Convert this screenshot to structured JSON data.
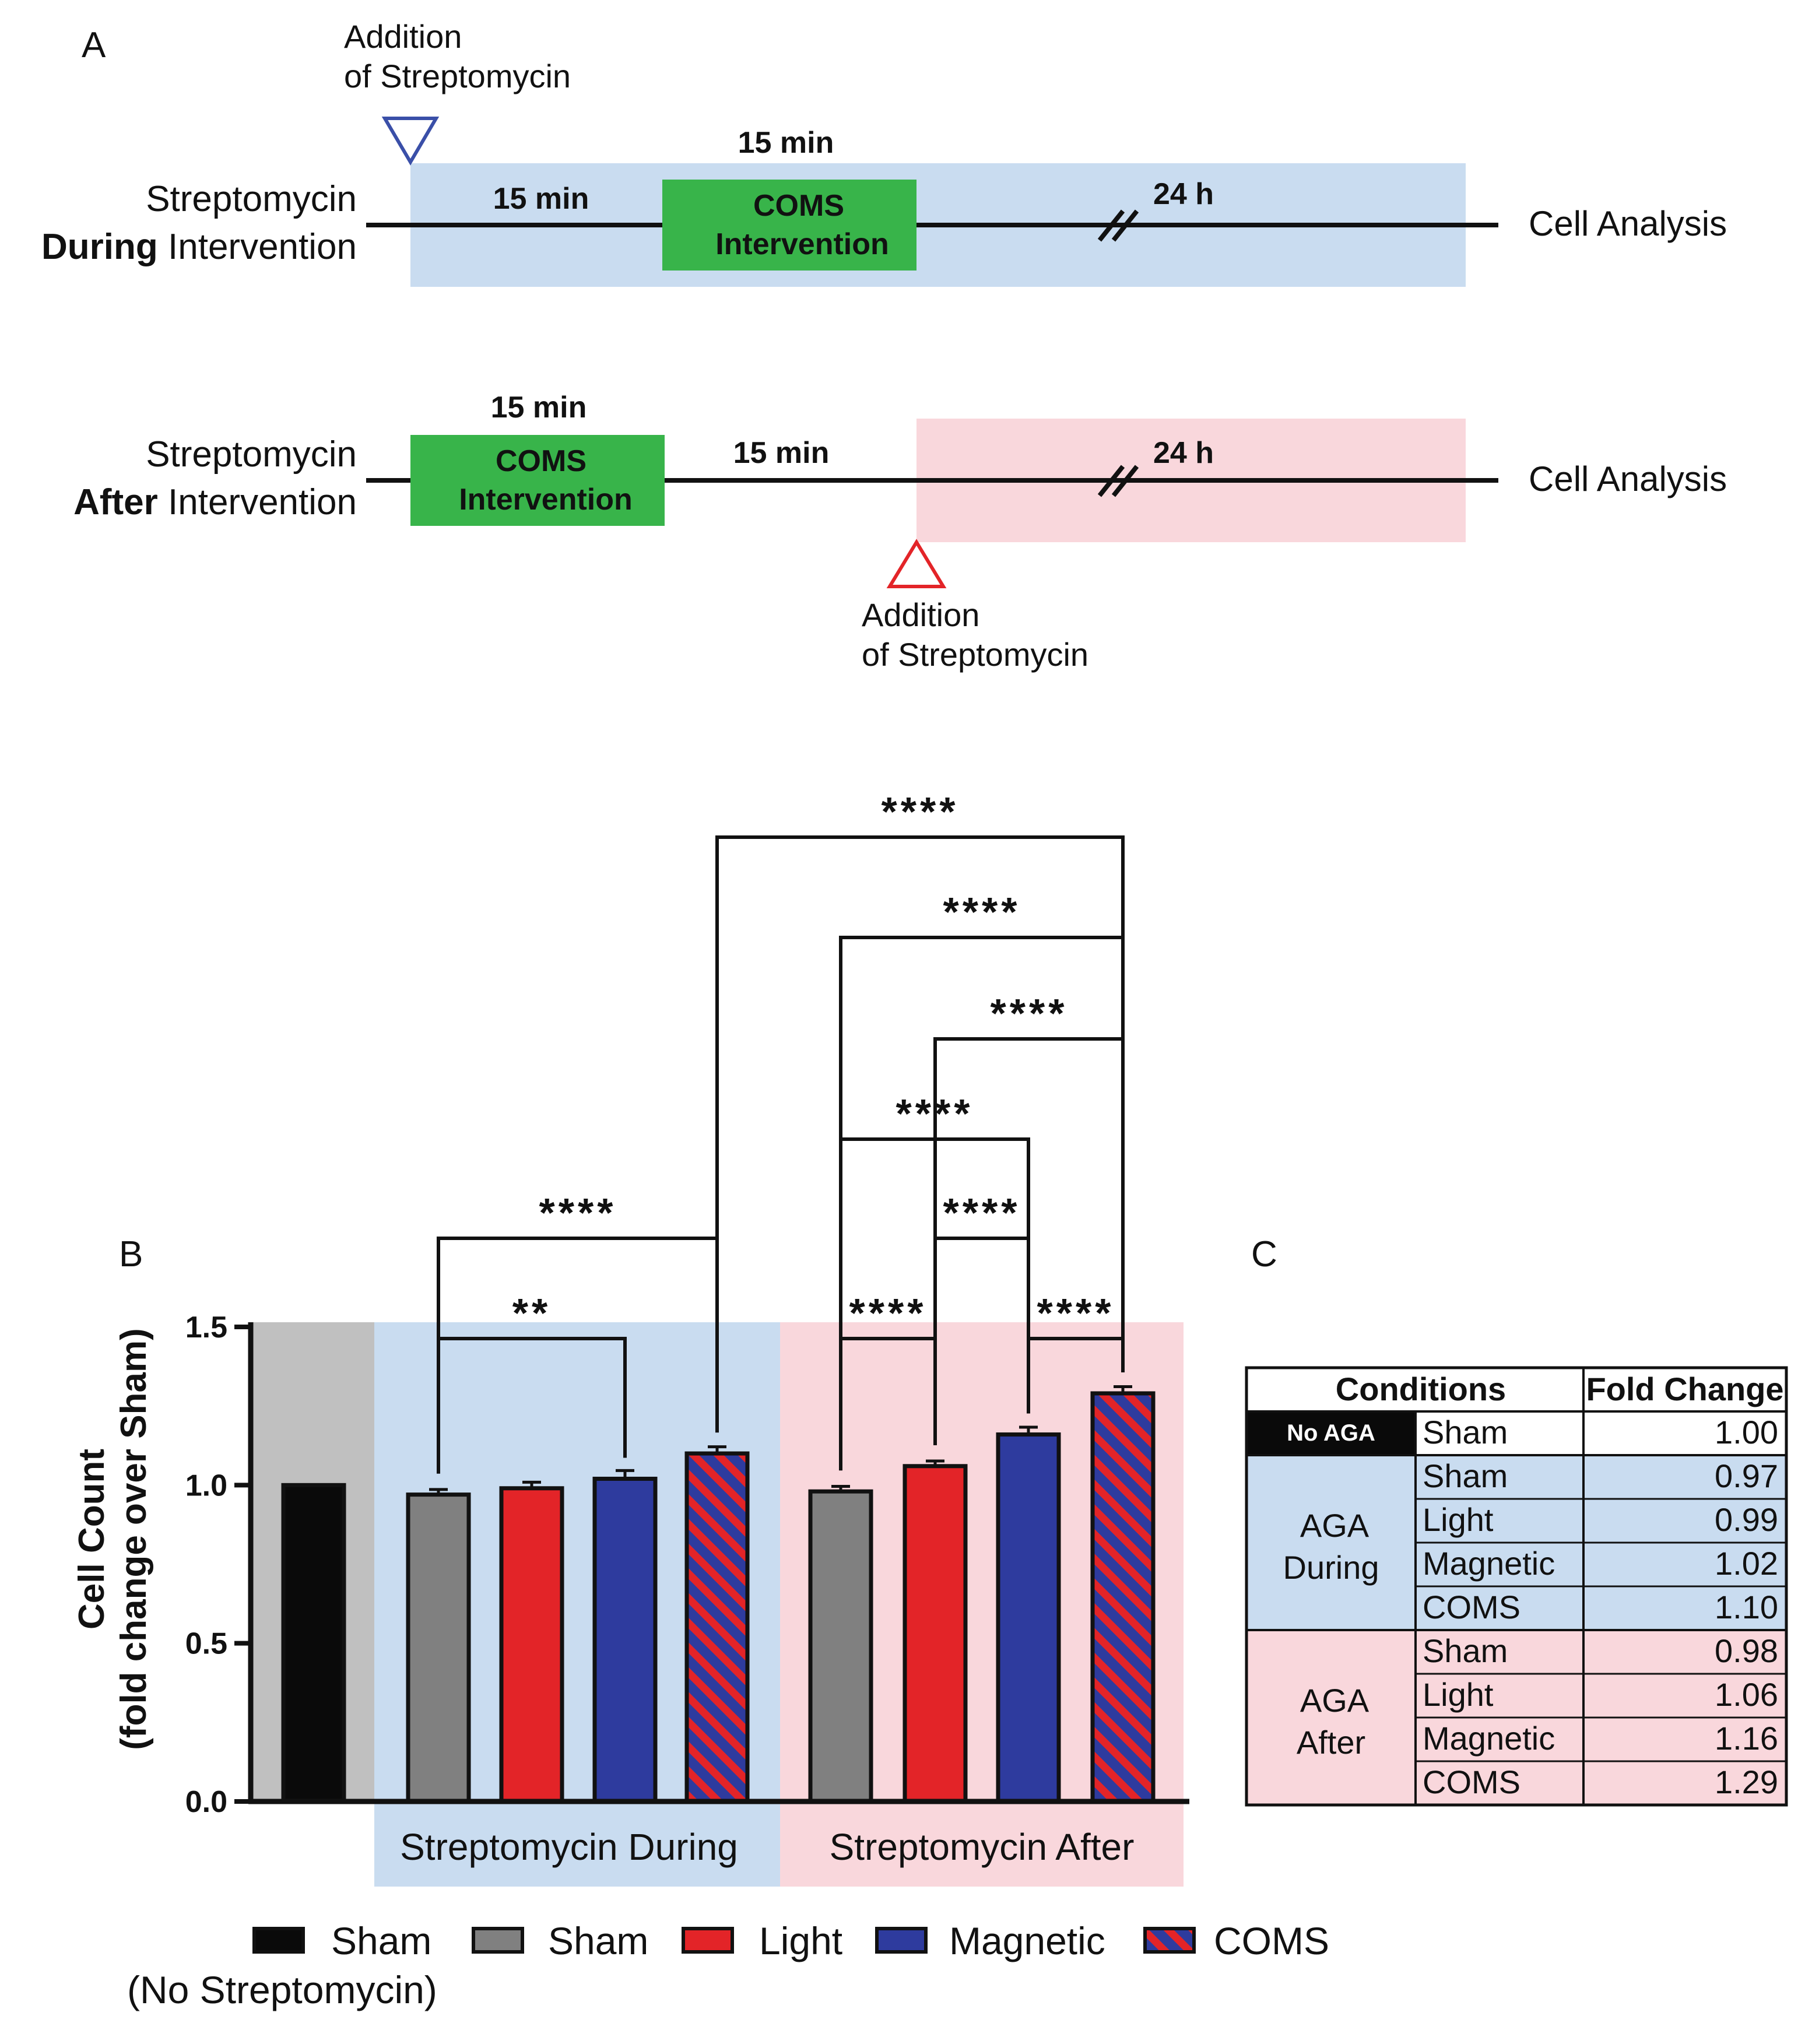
{
  "panels": {
    "a": "A",
    "b": "B",
    "c": "C"
  },
  "timeline": {
    "during": {
      "label_line1": "Streptomycin",
      "label_bold": "During",
      "label_rest": " Intervention",
      "addition_line1": "Addition",
      "addition_line2": "of Streptomycin",
      "pre_duration": "15 min",
      "coms_duration": "15 min",
      "coms_line1": "COMS",
      "coms_line2": "Intervention",
      "post_duration": "24 h",
      "end_label": "Cell Analysis"
    },
    "after": {
      "label_line1": "Streptomycin",
      "label_bold": "After",
      "label_rest": " Intervention",
      "coms_duration": "15 min",
      "coms_line1": "COMS",
      "coms_line2": "Intervention",
      "gap_duration": "15 min",
      "post_duration": "24 h",
      "addition_line1": "Addition",
      "addition_line2": "of Streptomycin",
      "end_label": "Cell Analysis"
    },
    "colors": {
      "during_bg": "#c9dcf0",
      "after_bg": "#f9d7dc",
      "coms": "#38b44a",
      "during_marker": "#3a4fa8",
      "after_marker": "#e32428"
    }
  },
  "chart_data": {
    "type": "bar",
    "ylabel_line1": "Cell Count",
    "ylabel_line2": "(fold change over Sham)",
    "ylim": [
      0,
      1.5
    ],
    "yticks": [
      "0.0",
      "0.5",
      "1.0",
      "1.5"
    ],
    "groups": [
      "Streptomycin During",
      "Streptomycin After"
    ],
    "bars": [
      {
        "group": "No Streptomycin",
        "condition": "Sham",
        "value": 1.0,
        "error": 0.0,
        "color": "#0a0a0a",
        "pattern": "solid"
      },
      {
        "group": "Streptomycin During",
        "condition": "Sham",
        "value": 0.97,
        "error": 0.005,
        "color": "#808080",
        "pattern": "solid"
      },
      {
        "group": "Streptomycin During",
        "condition": "Light",
        "value": 0.99,
        "error": 0.008,
        "color": "#e32428",
        "pattern": "solid"
      },
      {
        "group": "Streptomycin During",
        "condition": "Magnetic",
        "value": 1.02,
        "error": 0.015,
        "color": "#2e3b9e",
        "pattern": "solid"
      },
      {
        "group": "Streptomycin During",
        "condition": "COMS",
        "value": 1.1,
        "error": 0.01,
        "color": "#2e3b9e",
        "pattern": "striped"
      },
      {
        "group": "Streptomycin After",
        "condition": "Sham",
        "value": 0.98,
        "error": 0.005,
        "color": "#808080",
        "pattern": "solid"
      },
      {
        "group": "Streptomycin After",
        "condition": "Light",
        "value": 1.06,
        "error": 0.005,
        "color": "#e32428",
        "pattern": "solid"
      },
      {
        "group": "Streptomycin After",
        "condition": "Magnetic",
        "value": 1.16,
        "error": 0.012,
        "color": "#2e3b9e",
        "pattern": "solid"
      },
      {
        "group": "Streptomycin After",
        "condition": "COMS",
        "value": 1.29,
        "error": 0.01,
        "color": "#2e3b9e",
        "pattern": "striped"
      }
    ],
    "significance": [
      {
        "from": 1,
        "to": 3,
        "label": "**"
      },
      {
        "from": 1,
        "to": 4,
        "label": "****"
      },
      {
        "from": 5,
        "to": 6,
        "label": "****"
      },
      {
        "from": 7,
        "to": 8,
        "label": "****"
      },
      {
        "from": 6,
        "to": 7,
        "label": "****"
      },
      {
        "from": 5,
        "to": 7,
        "label": "****"
      },
      {
        "from": 6,
        "to": 8,
        "label": "****"
      },
      {
        "from": 5,
        "to": 8,
        "label": "****"
      },
      {
        "from": 4,
        "to": 8,
        "label": "****"
      }
    ],
    "legend": [
      {
        "label": "Sham",
        "sublabel": "(No Streptomycin)",
        "color": "#0a0a0a",
        "pattern": "solid"
      },
      {
        "label": "Sham",
        "color": "#808080",
        "pattern": "solid"
      },
      {
        "label": "Light",
        "color": "#e32428",
        "pattern": "solid"
      },
      {
        "label": "Magnetic",
        "color": "#2e3b9e",
        "pattern": "solid"
      },
      {
        "label": "COMS",
        "color": "#2e3b9e",
        "pattern": "striped"
      }
    ],
    "zone_colors": {
      "none": "#c0c0c0",
      "during": "#c9dcf0",
      "after": "#f9d7dc"
    }
  },
  "table": {
    "header": [
      "Conditions",
      "Fold Change"
    ],
    "sections": [
      {
        "group": "No AGA",
        "style": "dark",
        "rows": [
          {
            "condition": "Sham",
            "value": "1.00"
          }
        ]
      },
      {
        "group": "AGA During",
        "group_line1": "AGA",
        "group_line2": "During",
        "style": "during",
        "rows": [
          {
            "condition": "Sham",
            "value": "0.97"
          },
          {
            "condition": "Light",
            "value": "0.99"
          },
          {
            "condition": "Magnetic",
            "value": "1.02"
          },
          {
            "condition": "COMS",
            "value": "1.10"
          }
        ]
      },
      {
        "group": "AGA After",
        "group_line1": "AGA",
        "group_line2": "After",
        "style": "after",
        "rows": [
          {
            "condition": "Sham",
            "value": "0.98"
          },
          {
            "condition": "Light",
            "value": "1.06"
          },
          {
            "condition": "Magnetic",
            "value": "1.16"
          },
          {
            "condition": "COMS",
            "value": "1.29"
          }
        ]
      }
    ]
  }
}
